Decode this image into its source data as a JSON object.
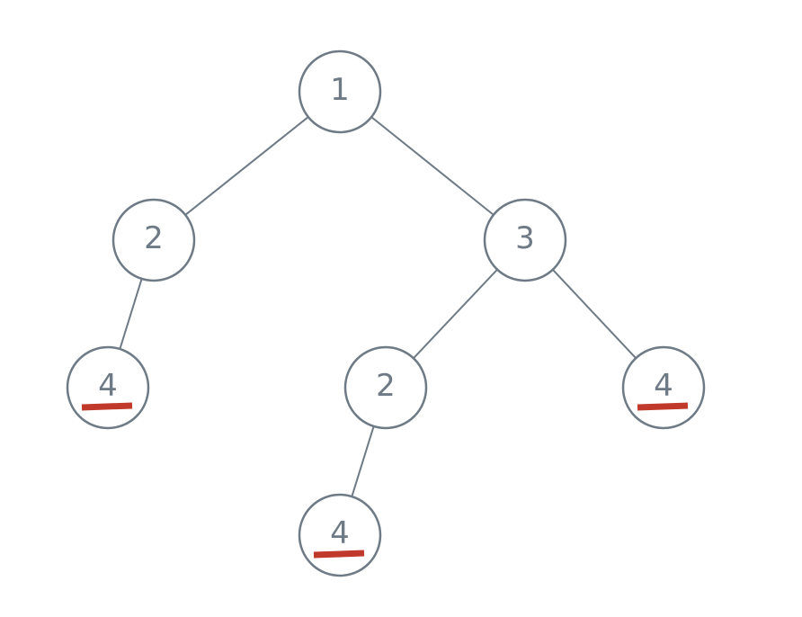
{
  "diagram": {
    "nodes": [
      {
        "id": "n1",
        "label": "1",
        "marked": false
      },
      {
        "id": "n2",
        "label": "2",
        "marked": false
      },
      {
        "id": "n3",
        "label": "3",
        "marked": false
      },
      {
        "id": "n4a",
        "label": "4",
        "marked": true
      },
      {
        "id": "n2b",
        "label": "2",
        "marked": false
      },
      {
        "id": "n4c",
        "label": "4",
        "marked": true
      },
      {
        "id": "n4b",
        "label": "4",
        "marked": true
      }
    ],
    "edges": [
      [
        "n1",
        "n2"
      ],
      [
        "n1",
        "n3"
      ],
      [
        "n2",
        "n4a"
      ],
      [
        "n3",
        "n2b"
      ],
      [
        "n3",
        "n4c"
      ],
      [
        "n2b",
        "n4b"
      ]
    ],
    "colors": {
      "stroke": "#6e7a85",
      "text": "#6e7a85",
      "highlight": "#c0392b",
      "background": "#ffffff"
    }
  }
}
